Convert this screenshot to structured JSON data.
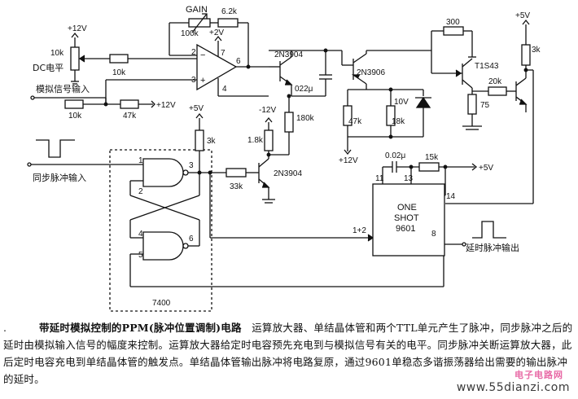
{
  "circuit": {
    "opamp": {
      "gain_pot_label": "GAIN",
      "gain_pot_value": "100k",
      "feedback_resistor": "6.2k",
      "supply_plus": "+2V",
      "pin_2": "2",
      "pin_3": "3",
      "pin_6": "6",
      "pin_7": "7",
      "pin_4": "4"
    },
    "left_input": {
      "supply": "+12V",
      "dc_pot": "10k",
      "dc_label": "DC电平",
      "dc_resistor": "10k",
      "analog_label": "模拟信号输入",
      "r_10k": "10k",
      "r_47k": "47k",
      "r_47k_supply": "+12V"
    },
    "sync": {
      "label": "同步脉冲输入",
      "supply": "+5V",
      "r_3k": "3k",
      "pin_1": "1",
      "pin_2": "2",
      "pin_3": "3",
      "pin_4": "4",
      "pin_5": "5",
      "pin_6": "6",
      "ic": "7400"
    },
    "switch_transistor": {
      "type": "2N3904",
      "r_33k": "33k",
      "supply": "-12V",
      "r_18k": "1.8k",
      "r_180k": "180k"
    },
    "timing": {
      "transistor": "2N3904",
      "cap": "022μ",
      "pnp": "2N3906",
      "r_47k": "47k",
      "r_18k": "18k",
      "zener": "10V",
      "supply": "+12V"
    },
    "ujt": {
      "r_300": "300",
      "type": "T1S43",
      "r_75": "75",
      "r_20k": "20k",
      "r_3k": "3k",
      "supply": "+5V"
    },
    "oneshot": {
      "cap": "0.02μ",
      "r_15k": "15k",
      "supply": "+5V",
      "pin_11": "11",
      "pin_13": "13",
      "pin_14": "14",
      "pin_in": "1+2",
      "pin_out": "8",
      "name_1": "ONE",
      "name_2": "SHOT",
      "name_3": "9601",
      "out_label": "延时脉冲输出"
    }
  },
  "caption": {
    "mark": ".",
    "title": "带延时模拟控制的PPM(脉冲位置调制)电路",
    "text": "运算放大器、单结晶体管和两个TTL单元产生了脉冲，同步脉冲之后的延时由模拟输入信号的幅度来控制。运算放大器给定时电容预先充电到与模拟信号有关的电平。同步脉冲关断运算放大器，此后定时电容充电到单结晶体管的触发点。单结晶体管输出脉冲将电路复原，通过9601单稳态多谐振荡器给出需要的输出脉冲的延时。"
  },
  "watermark": {
    "logo": "电子电路网",
    "url": "www.55dianzi.com"
  }
}
